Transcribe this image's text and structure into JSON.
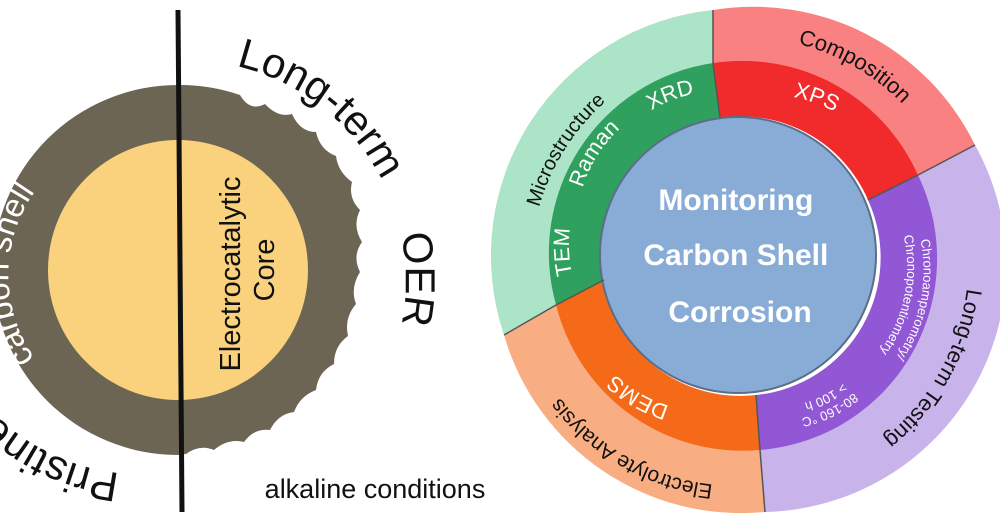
{
  "left_panel": {
    "core_label_line1": "Electrocatalytic",
    "core_label_line2": "Core",
    "pristine_label_word1": "Pristine",
    "pristine_label_word2": "carbon shell",
    "longterm_label_word1": "Long-term",
    "longterm_label_word2": "OER",
    "condition_label": "alkaline conditions"
  },
  "right_panel": {
    "center_line1": "Monitoring",
    "center_line2": "Carbon Shell",
    "center_line3": "Corrosion",
    "outer_microstructure": "Microstructure",
    "outer_composition": "Composition",
    "outer_longterm": "Long-term Testing",
    "outer_electrolyte": "Electrolyte Analysis",
    "inner_xrd": "XRD",
    "inner_raman": "Raman",
    "inner_tem": "TEM",
    "inner_xps": "XPS",
    "inner_dems": "DEMS",
    "inner_chrono1": "Chronoamperometry/",
    "inner_chrono2": "Chronopotentiometry",
    "inner_temp": "80-160 °C",
    "inner_time": "> 100 h"
  },
  "colors": {
    "shell": "#6d6554",
    "core": "#fad27e",
    "divider": "#111111",
    "micro_outer": "#abe4c6",
    "micro_inner": "#2fa05d",
    "comp_outer": "#f98181",
    "comp_inner": "#f12b2b",
    "test_outer": "#c8b3ea",
    "test_inner": "#9157d4",
    "elec_outer": "#f9ad82",
    "elec_inner": "#f56a18",
    "center": "#88acd6"
  }
}
